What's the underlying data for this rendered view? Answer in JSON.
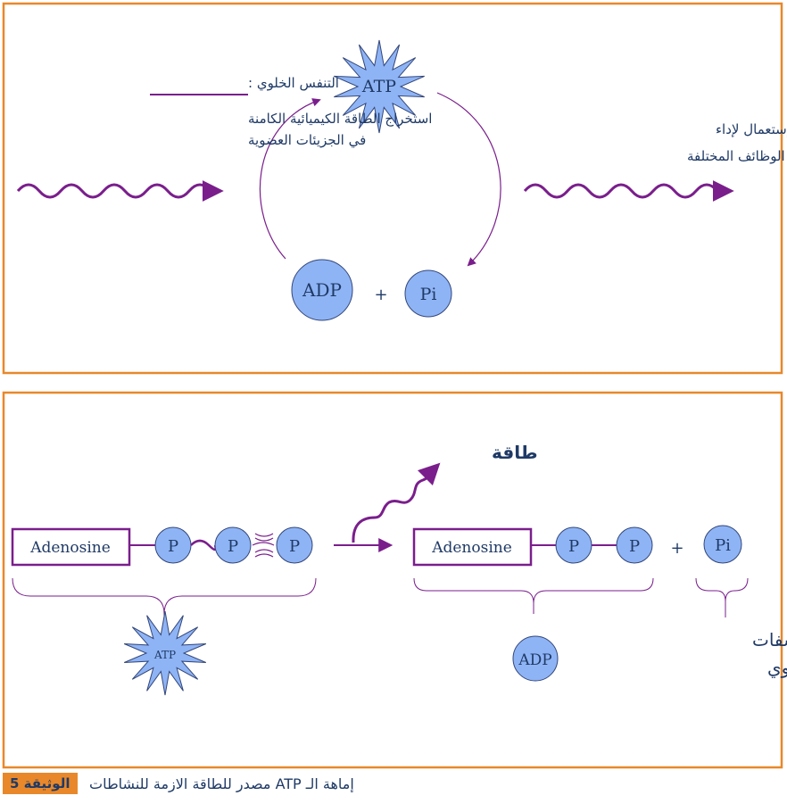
{
  "colors": {
    "frame": "#e8882a",
    "purple": "#7a1e8c",
    "circle_fill": "#8fb4f5",
    "circle_stroke": "#33477a",
    "text": "#1f3a66"
  },
  "top": {
    "atp_label": "ATP",
    "adp_label": "ADP",
    "plus": "+",
    "pi_label": "Pi",
    "heading": "التنفس الخلوي :",
    "left_line1": "استخراج الطاقة الكيميائية الكامنة",
    "left_line2": "في الجزيئات العضوية",
    "right_line1": "طاقة قابلة للإستعمال لإداء",
    "right_line2": "الوظائف المختلفة"
  },
  "bottom": {
    "adenosine_label": "Adenosine",
    "p_label": "P",
    "energy_label": "طاقة",
    "plus": "+",
    "pi_label": "Pi",
    "atp_label": "ATP",
    "adp_label": "ADP",
    "phosphate_line1": "فسفات",
    "phosphate_line2": "لا عضوي"
  },
  "caption": {
    "doc_label": "الوثيقة 5",
    "text": "إماهة الـ ATP مصدر للطاقة الازمة للنشاطات"
  }
}
